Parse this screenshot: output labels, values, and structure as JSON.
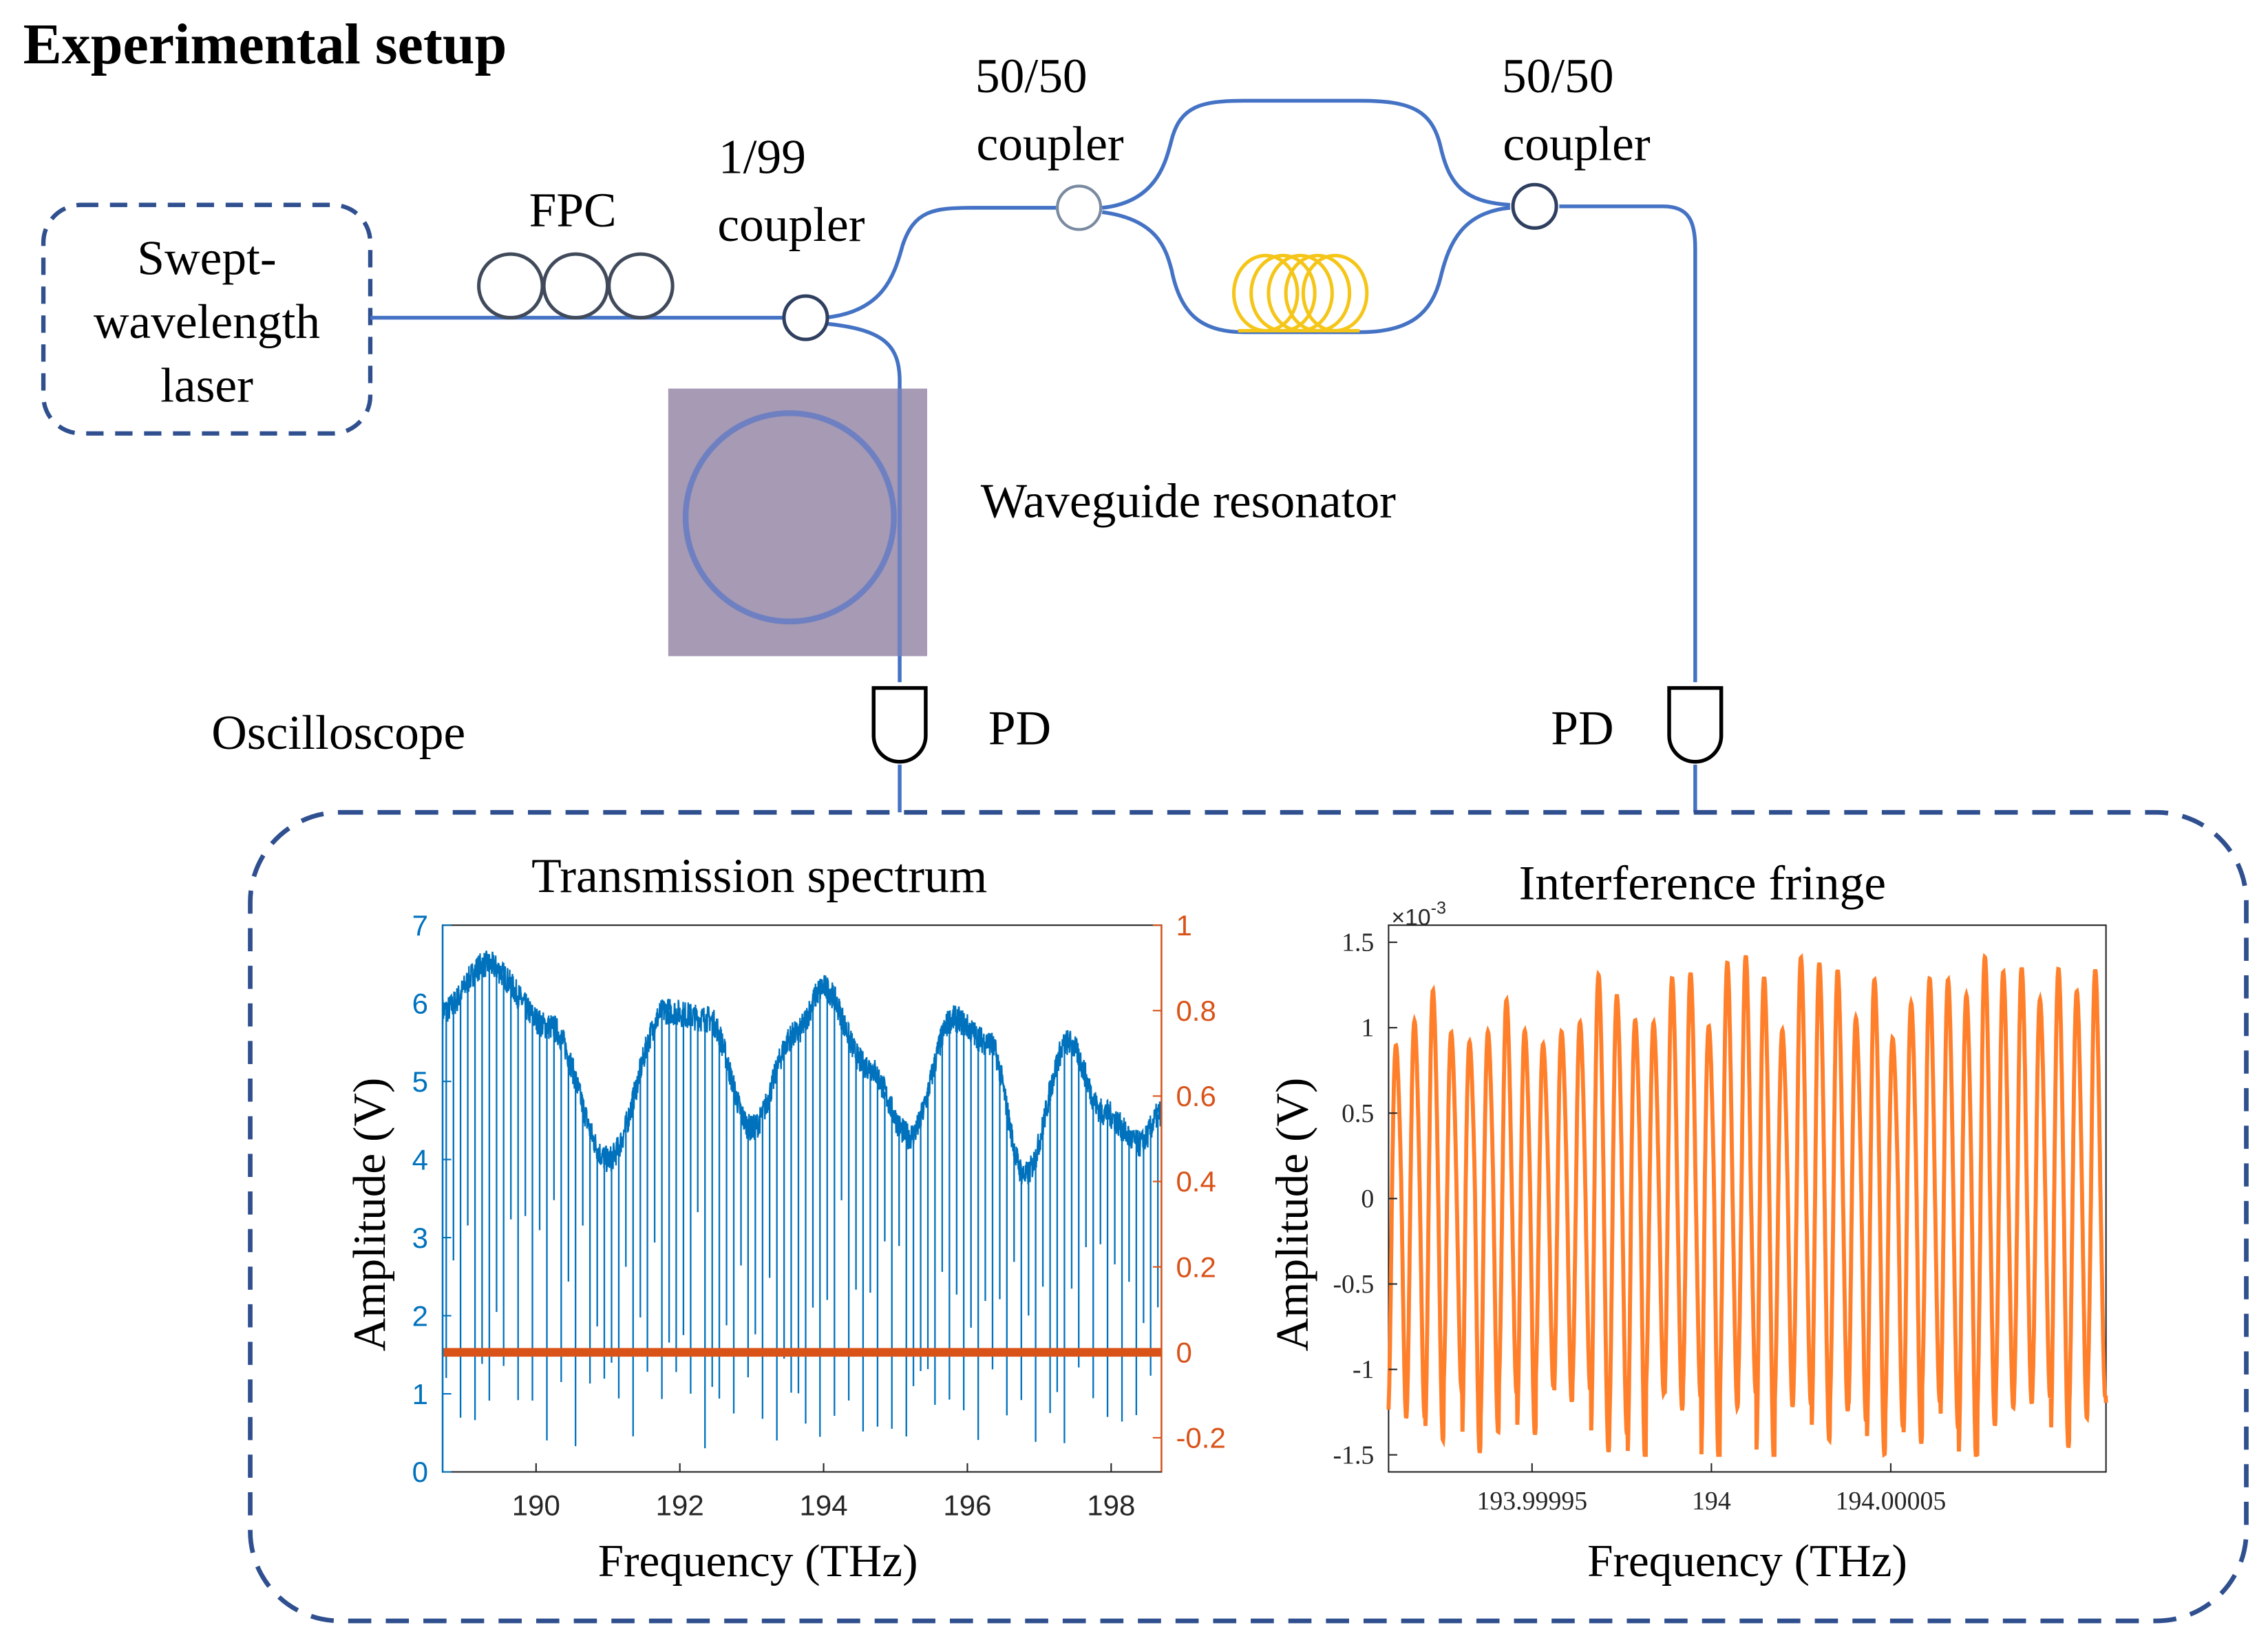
{
  "title": "Experimental setup",
  "components": {
    "laser_lines": [
      "Swept-",
      "wavelength",
      "laser"
    ],
    "fpc": "FPC",
    "coupler_1_99": [
      "1/99",
      "coupler"
    ],
    "coupler_50_a": [
      "50/50",
      "coupler"
    ],
    "coupler_50_b": [
      "50/50",
      "coupler"
    ],
    "resonator": "Waveguide resonator",
    "pd_left": "PD",
    "pd_right": "PD",
    "oscilloscope": "Oscilloscope"
  },
  "colors": {
    "fiber": "#4472c4",
    "dashed_box": "#2f4f8f",
    "fiber_spool": "#f5c518",
    "trace_blue": "#0072bd",
    "trace_orange": "#ff7f2a",
    "axis_orange": "#d95319",
    "resonator_bg": "#a69ab4",
    "resonator_ring": "#6e80c2"
  },
  "chart_data": [
    {
      "type": "line",
      "title": "Transmission spectrum",
      "xlabel": "Frequency (THz)",
      "ylabel": "Amplitude (V)",
      "xlim": [
        188.7,
        198.7
      ],
      "ylim": [
        0,
        7
      ],
      "y2lim": [
        -0.28,
        1
      ],
      "x_ticks": [
        "190",
        "192",
        "194",
        "196",
        "198"
      ],
      "x_tick_values": [
        190,
        192,
        194,
        196,
        198
      ],
      "y_ticks": [
        "0",
        "1",
        "2",
        "3",
        "4",
        "5",
        "6",
        "7"
      ],
      "y2_ticks": [
        "-0.2",
        "0",
        "0.2",
        "0.4",
        "0.6",
        "0.8",
        "1"
      ],
      "y2_tick_values": [
        -0.2,
        0,
        0.2,
        0.4,
        0.6,
        0.8,
        1
      ],
      "series": [
        {
          "axis": "left",
          "envelope_x": [
            188.7,
            189.3,
            190.2,
            191.0,
            191.8,
            192.4,
            193.0,
            193.6,
            194.0,
            194.6,
            195.2,
            195.8,
            196.3,
            196.8,
            197.4,
            197.9,
            198.4,
            198.7
          ],
          "envelope_y": [
            5.9,
            6.5,
            5.7,
            4.0,
            5.9,
            5.8,
            4.4,
            5.6,
            6.2,
            5.2,
            4.3,
            5.8,
            5.5,
            3.8,
            5.5,
            4.6,
            4.2,
            4.6
          ],
          "dip_spacing_thz": 0.2,
          "dip_depth_v": [
            0.3,
            1.4
          ]
        },
        {
          "axis": "right",
          "x": [
            188.7,
            198.7
          ],
          "values": [
            0.0,
            0.0
          ]
        }
      ]
    },
    {
      "type": "line",
      "title": "Interference fringe",
      "xlabel": "Frequency (THz)",
      "ylabel": "Amplitude (V)",
      "exponent_label": "×10",
      "exponent": "-3",
      "xlim": [
        193.99991,
        194.00011
      ],
      "ylim": [
        -1.6,
        1.6
      ],
      "x_ticks": [
        "193.99995",
        "194",
        "194.00005"
      ],
      "x_tick_values": [
        193.99995,
        194.0,
        194.00005
      ],
      "y_ticks": [
        "1.5",
        "1",
        "0.5",
        "0",
        "-0.5",
        "-1",
        "-1.5"
      ],
      "y_tick_values": [
        1.5,
        1,
        0.5,
        0,
        -0.5,
        -1,
        -1.5
      ],
      "series": [
        {
          "axis": "left",
          "cycles": 39,
          "amplitude_range": [
            -1.5,
            1.55
          ]
        }
      ]
    }
  ]
}
